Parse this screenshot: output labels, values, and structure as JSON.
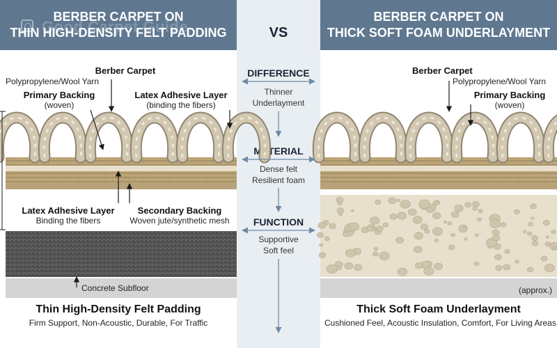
{
  "header": {
    "left_line1": "BERBER CARPET ON",
    "left_line2": "THIN HIGH-DENSITY FELT PADDING",
    "right_line1": "BERBER CARPET ON",
    "right_line2": "THICK SOFT FOAM UNDERLAYMENT",
    "watermark": "Good Carpet Guide",
    "logo_icon": "carpet-roll-icon"
  },
  "center": {
    "vs": "VS",
    "difference": {
      "heading": "DIFFERENCE",
      "line1": "Thinner",
      "line2": "Underlayment"
    },
    "material": {
      "heading": "MATERIAL",
      "line1": "Dense felt",
      "line2": "Resilient foam"
    },
    "function": {
      "heading": "FUNCTION",
      "line1": "Supportive",
      "line2": "Soft feel"
    }
  },
  "left": {
    "labels": {
      "berber_carpet": "Berber Carpet",
      "yarn": "Polypropylene/Wool Yarn",
      "primary_backing": "Primary Backing",
      "primary_backing_note": "(woven)",
      "latex_top": "Latex Adhesive Layer",
      "latex_top_note": "(binding the fibers)",
      "latex_bottom": "Latex Adhesive Layer",
      "latex_bottom_note": "Binding the fibers",
      "secondary_backing": "Secondary Backing",
      "secondary_backing_note": "Woven jute/synthetic mesh",
      "subfloor": "Concrete Subfloor"
    },
    "title": "Thin High-Density Felt Padding",
    "subtitle": "Firm Support, Non-Acoustic, Durable, For Traffic"
  },
  "right": {
    "labels": {
      "berber_carpet": "Berber Carpet",
      "yarn": "Polypropylene/Wool Yarn",
      "primary_backing": "Primary Backing",
      "primary_backing_note": "(woven)",
      "approx": "(approx.)"
    },
    "title": "Thick Soft Foam Underlayment",
    "subtitle": "Cushioned Feel, Acoustic Insulation, Comfort, For Living Areas"
  },
  "colors": {
    "header_bg": "#5f7890",
    "center_bg": "#e9eef3",
    "arrow": "#6f8aa6",
    "yarn": "#d2c8b2",
    "backing": "#c2ab7c",
    "felt": "#4c4c4c",
    "foam": "#e7e0cd",
    "concrete": "#d4d4d4"
  }
}
